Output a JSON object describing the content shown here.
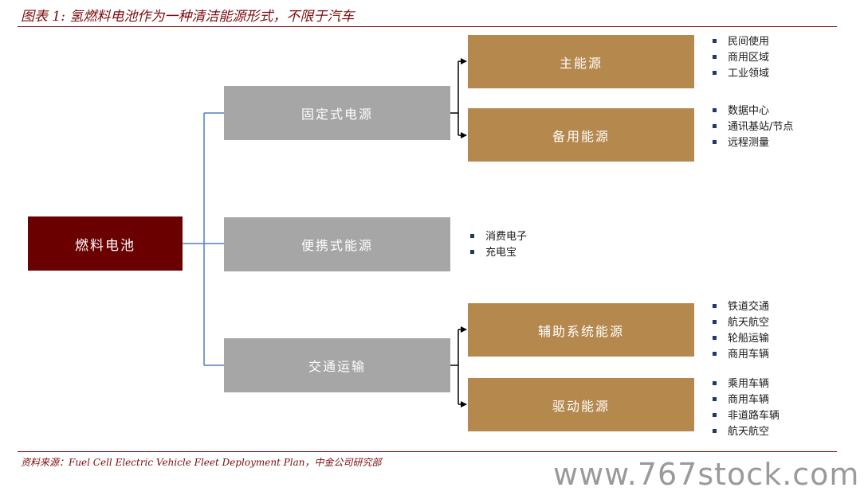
{
  "title": "图表 1: 氢燃料电池作为一种清洁能源形式，不限于汽车",
  "source": "资料来源：Fuel Cell Electric Vehicle Fleet Deployment Plan，中金公司研究部",
  "watermark": "www.767stock.com",
  "diagram": {
    "root": "燃料电池",
    "categories": [
      {
        "label": "固定式电源",
        "subs": [
          {
            "label": "主能源",
            "items": [
              "民间使用",
              "商用区域",
              "工业领域"
            ]
          },
          {
            "label": "备用能源",
            "items": [
              "数据中心",
              "通讯基站/节点",
              "远程测量"
            ]
          }
        ]
      },
      {
        "label": "便携式能源",
        "items": [
          "消费电子",
          "充电宝"
        ]
      },
      {
        "label": "交通运输",
        "subs": [
          {
            "label": "辅助系统能源",
            "items": [
              "铁道交通",
              "航天航空",
              "轮船运输",
              "商用车辆"
            ]
          },
          {
            "label": "驱动能源",
            "items": [
              "乘用车辆",
              "商用车辆",
              "非道路车辆",
              "航天航空"
            ]
          }
        ]
      }
    ]
  },
  "colors": {
    "root_fill": "#6b0000",
    "category_fill": "#a6a6a6",
    "sub_fill": "#b5884e",
    "connector_blue": "#4f7fc0",
    "connector_black": "#000000",
    "bullet": "#1f3864",
    "accent": "#7a0d0d"
  }
}
